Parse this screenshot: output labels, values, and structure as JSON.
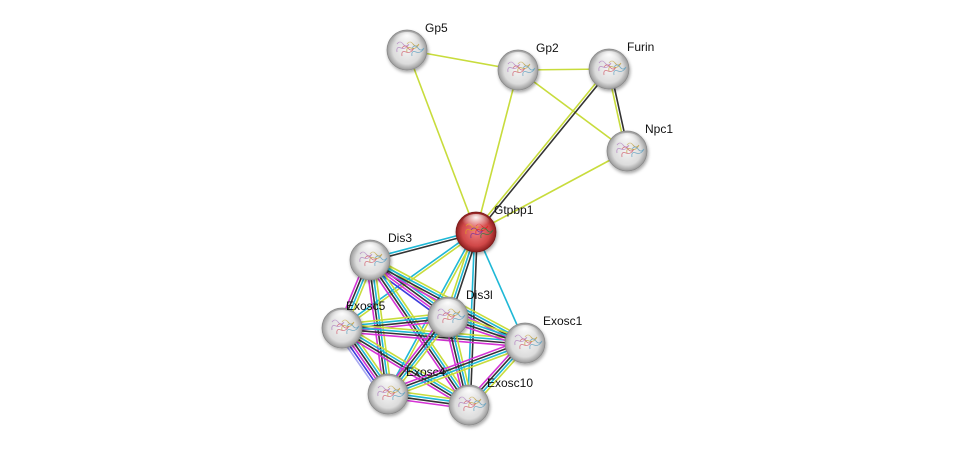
{
  "diagram": {
    "type": "protein-interaction-network",
    "edge_colors": {
      "textmining": "#c8dc3c",
      "coexpression": "#333333",
      "database": "#1fb8d6",
      "experiment": "#d633d6",
      "neighborhood": "#3c3cdc",
      "homology": "#a8a8f0"
    },
    "nodes": [
      {
        "id": "Gp5",
        "label": "Gp5",
        "color": "#e8e8e8",
        "query": false
      },
      {
        "id": "Gp2",
        "label": "Gp2",
        "color": "#e8e8e8",
        "query": false
      },
      {
        "id": "Furin",
        "label": "Furin",
        "color": "#e8e8e8",
        "query": false
      },
      {
        "id": "Npc1",
        "label": "Npc1",
        "color": "#e8e8e8",
        "query": false
      },
      {
        "id": "Gtpbp1",
        "label": "Gtpbp1",
        "color": "#d84040",
        "query": true
      },
      {
        "id": "Dis3",
        "label": "Dis3",
        "color": "#e8e8e8",
        "query": false
      },
      {
        "id": "Exosc5",
        "label": "Exosc5",
        "color": "#e8e8e8",
        "query": false
      },
      {
        "id": "Dis3l",
        "label": "Dis3l",
        "color": "#e8e8e8",
        "query": false
      },
      {
        "id": "Exosc1",
        "label": "Exosc1",
        "color": "#e8e8e8",
        "query": false
      },
      {
        "id": "Exosc4",
        "label": "Exosc4",
        "color": "#e8e8e8",
        "query": false
      },
      {
        "id": "Exosc10",
        "label": "Exosc10",
        "color": "#e8e8e8",
        "query": false
      }
    ],
    "edges": [
      {
        "source": "Gp5",
        "target": "Gp2",
        "types": [
          "textmining"
        ]
      },
      {
        "source": "Gp5",
        "target": "Gtpbp1",
        "types": [
          "textmining"
        ]
      },
      {
        "source": "Gp2",
        "target": "Furin",
        "types": [
          "textmining"
        ]
      },
      {
        "source": "Gp2",
        "target": "Npc1",
        "types": [
          "textmining"
        ]
      },
      {
        "source": "Gp2",
        "target": "Gtpbp1",
        "types": [
          "textmining"
        ]
      },
      {
        "source": "Furin",
        "target": "Npc1",
        "types": [
          "coexpression",
          "textmining"
        ]
      },
      {
        "source": "Furin",
        "target": "Gtpbp1",
        "types": [
          "coexpression",
          "textmining"
        ]
      },
      {
        "source": "Npc1",
        "target": "Gtpbp1",
        "types": [
          "textmining"
        ]
      },
      {
        "source": "Gtpbp1",
        "target": "Dis3",
        "types": [
          "coexpression",
          "database"
        ]
      },
      {
        "source": "Gtpbp1",
        "target": "Exosc5",
        "types": [
          "textmining",
          "database"
        ]
      },
      {
        "source": "Gtpbp1",
        "target": "Dis3l",
        "types": [
          "coexpression",
          "database",
          "textmining"
        ]
      },
      {
        "source": "Gtpbp1",
        "target": "Exosc1",
        "types": [
          "database"
        ]
      },
      {
        "source": "Gtpbp1",
        "target": "Exosc4",
        "types": [
          "textmining",
          "database"
        ]
      },
      {
        "source": "Gtpbp1",
        "target": "Exosc10",
        "types": [
          "coexpression",
          "database"
        ]
      },
      {
        "source": "Dis3",
        "target": "Exosc5",
        "types": [
          "textmining",
          "database",
          "coexpression",
          "experiment"
        ]
      },
      {
        "source": "Dis3",
        "target": "Dis3l",
        "types": [
          "textmining",
          "database",
          "coexpression",
          "experiment",
          "neighborhood"
        ]
      },
      {
        "source": "Dis3",
        "target": "Exosc1",
        "types": [
          "textmining",
          "database",
          "coexpression",
          "experiment"
        ]
      },
      {
        "source": "Dis3",
        "target": "Exosc4",
        "types": [
          "textmining",
          "database",
          "coexpression",
          "experiment"
        ]
      },
      {
        "source": "Dis3",
        "target": "Exosc10",
        "types": [
          "textmining",
          "database",
          "coexpression",
          "experiment"
        ]
      },
      {
        "source": "Exosc5",
        "target": "Dis3l",
        "types": [
          "textmining",
          "database",
          "coexpression",
          "experiment"
        ]
      },
      {
        "source": "Exosc5",
        "target": "Exosc1",
        "types": [
          "textmining",
          "database",
          "coexpression",
          "experiment"
        ]
      },
      {
        "source": "Exosc5",
        "target": "Exosc4",
        "types": [
          "textmining",
          "database",
          "coexpression",
          "experiment",
          "neighborhood",
          "homology"
        ]
      },
      {
        "source": "Exosc5",
        "target": "Exosc10",
        "types": [
          "textmining",
          "database",
          "coexpression",
          "experiment"
        ]
      },
      {
        "source": "Dis3l",
        "target": "Exosc1",
        "types": [
          "textmining",
          "database",
          "coexpression",
          "experiment"
        ]
      },
      {
        "source": "Dis3l",
        "target": "Exosc4",
        "types": [
          "textmining",
          "database",
          "coexpression",
          "experiment"
        ]
      },
      {
        "source": "Dis3l",
        "target": "Exosc10",
        "types": [
          "textmining",
          "database",
          "coexpression",
          "experiment"
        ]
      },
      {
        "source": "Exosc1",
        "target": "Exosc4",
        "types": [
          "textmining",
          "database",
          "coexpression",
          "experiment"
        ]
      },
      {
        "source": "Exosc1",
        "target": "Exosc10",
        "types": [
          "textmining",
          "database",
          "coexpression",
          "experiment"
        ]
      },
      {
        "source": "Exosc4",
        "target": "Exosc10",
        "types": [
          "textmining",
          "database",
          "coexpression",
          "experiment"
        ]
      }
    ]
  }
}
